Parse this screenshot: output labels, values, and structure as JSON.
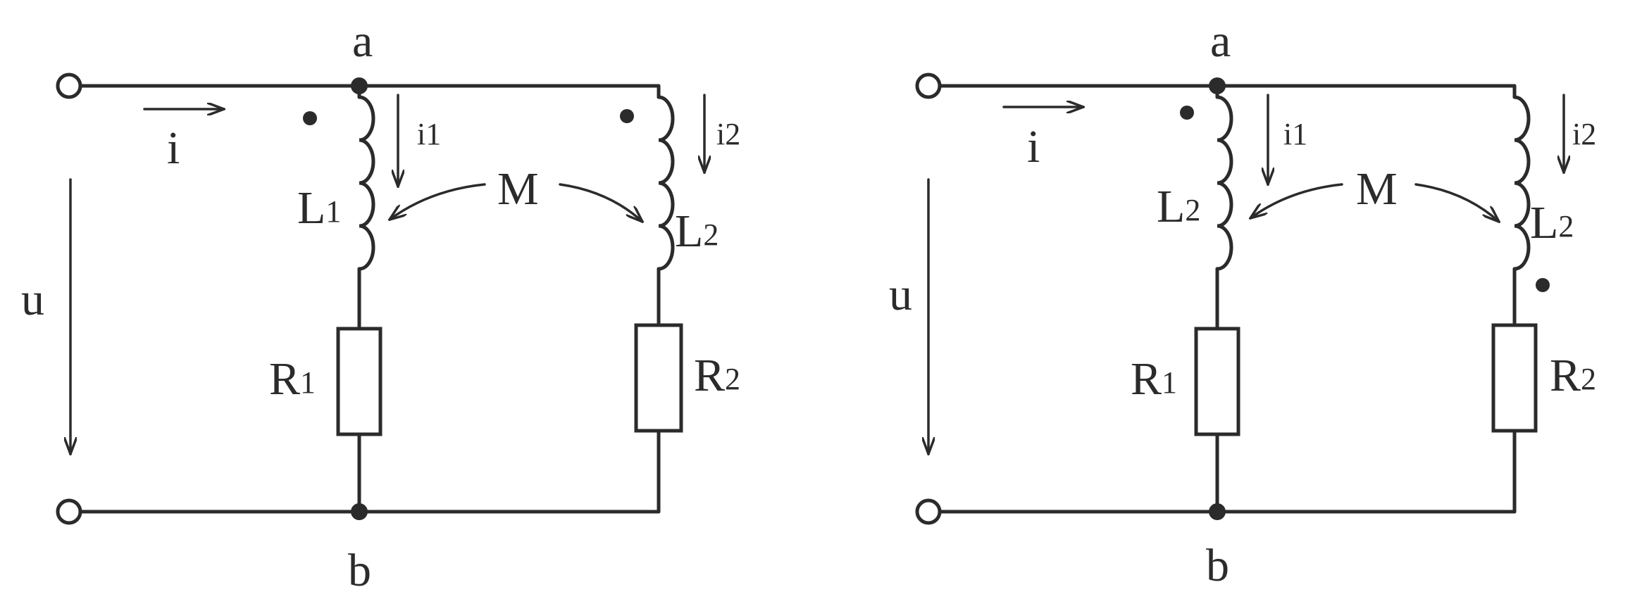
{
  "left": {
    "node_top": "a",
    "node_bottom": "b",
    "current_main": "i",
    "current_1": "i1",
    "current_2": "i2",
    "voltage": "u",
    "mutual": "M",
    "inductor1": {
      "letter": "L",
      "index": "1"
    },
    "inductor2": {
      "letter": "L",
      "index": "2"
    },
    "resistor1": {
      "letter": "R",
      "index": "1"
    },
    "resistor2": {
      "letter": "R",
      "index": "2"
    }
  },
  "right": {
    "node_top": "a",
    "node_bottom": "b",
    "current_main": "i",
    "current_1": "i1",
    "current_2": "i2",
    "voltage": "u",
    "mutual": "M",
    "inductor1": {
      "letter": "L",
      "index": "2"
    },
    "inductor2": {
      "letter": "L",
      "index": "2"
    },
    "resistor1": {
      "letter": "R",
      "index": "1"
    },
    "resistor2": {
      "letter": "R",
      "index": "2"
    }
  },
  "colors": {
    "ink": "#2b2b2b",
    "paper": "#ffffff"
  }
}
